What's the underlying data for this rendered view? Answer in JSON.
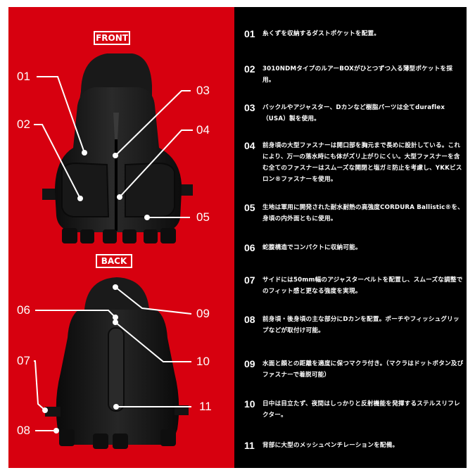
{
  "views": {
    "front_label": "FRONT",
    "back_label": "BACK"
  },
  "callouts": {
    "front": [
      "01",
      "02",
      "03",
      "04",
      "05"
    ],
    "back": [
      "06",
      "07",
      "08",
      "09",
      "10",
      "11"
    ]
  },
  "features": [
    {
      "num": "01",
      "text": "糸くずを収納するダストポケットを配置。"
    },
    {
      "num": "02",
      "text": "3010NDMタイプのルアーBOXがひとつずつ入る薄型ポケットを採用。"
    },
    {
      "num": "03",
      "text": "バックルやアジャスター、Dカンなど樹脂パーツは全てduraflex（USA）製を使用。"
    },
    {
      "num": "04",
      "text": "前身頃の大型ファスナーは開口部を胸元まで長めに設計している。これにより、万一の落水時にも体がズリ上がりにくい。大型ファスナーを含む全てのファスナーはスムーズな開閉と塩ガミ防止を考慮し、YKKビスロン®ファスナーを使用。"
    },
    {
      "num": "05",
      "text": "生地は軍用に開発された耐水耐熱の高強度CORDURA Ballistic®を、身頃の内外面ともに使用。"
    },
    {
      "num": "06",
      "text": "蛇腹構造でコンパクトに収納可能。"
    },
    {
      "num": "07",
      "text": "サイドには50mm幅のアジャスターベルトを配置し、スムーズな調整でのフィット感と更なる強度を実現。"
    },
    {
      "num": "08",
      "text": "前身頃・後身頃の主な部分にDカンを配置。ポーチやフィッシュグリップなどが取付け可能。"
    },
    {
      "num": "09",
      "text": "水面と顔との距離を適度に保つマクラ付き。（マクラはドットボタン及びファスナーで着脱可能）"
    },
    {
      "num": "10",
      "text": "日中は目立たず、夜間はしっかりと反射機能を発揮するステルスリフレクター。"
    },
    {
      "num": "11",
      "text": "背部に大型のメッシュベンチレーションを配備。"
    }
  ],
  "colors": {
    "left_bg": "#d7000f",
    "right_bg": "#000000",
    "vest": "#1c1c1c",
    "text": "#ffffff"
  }
}
